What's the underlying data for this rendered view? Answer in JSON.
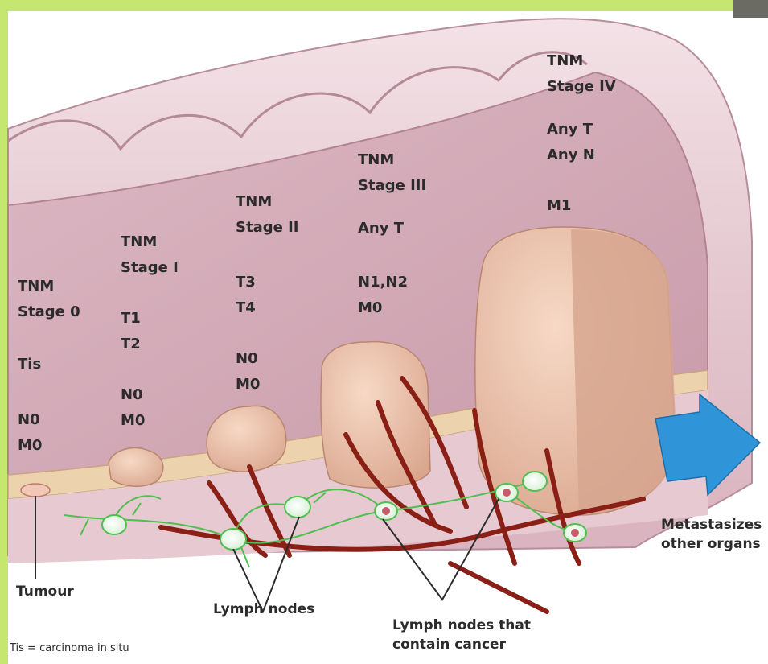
{
  "colors": {
    "frame_green": "#c6e76f",
    "colon_wall": "#ead2d8",
    "colon_inner": "#d9b4bf",
    "mucosa_band": "#ecd3ae",
    "tumour_tissue": "#e7b9a3",
    "vessel": "#8a1f16",
    "lymph": "#4fbf4f",
    "arrow": "#2f94d8"
  },
  "stages": [
    {
      "heading": "TNM\nStage 0",
      "t": "Tis",
      "nm": "N0\nM0"
    },
    {
      "heading": "TNM\nStage I",
      "t": "T1\nT2",
      "nm": "N0\nM0"
    },
    {
      "heading": "TNM\nStage II",
      "t": "T3\nT4",
      "nm": "N0\nM0"
    },
    {
      "heading": "TNM\nStage III",
      "t": "Any T",
      "nm": "N1,N2\nM0"
    },
    {
      "heading": "TNM\nStage IV",
      "t": "Any T\nAny N",
      "nm": "M1"
    }
  ],
  "callouts": {
    "tumour": "Tumour",
    "lymph_nodes": "Lymph nodes",
    "lymph_nodes_cancer": "Lymph nodes that contain cancer",
    "metastasizes": "Metastasizes other organs"
  },
  "footnote": "Tis = carcinoma in situ"
}
